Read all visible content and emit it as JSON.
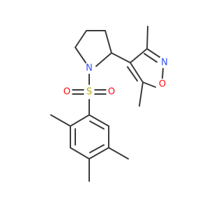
{
  "molecule": {
    "atoms": {
      "pyrrolidine_n": {
        "symbol": "N",
        "color": "#3050f8"
      },
      "sulfur": {
        "symbol": "S",
        "color": "#b8a800"
      },
      "sulfonyl_o_left": {
        "symbol": "O",
        "color": "#ff0d0d"
      },
      "sulfonyl_o_right": {
        "symbol": "O",
        "color": "#ff0d0d"
      },
      "isoxazole_n": {
        "symbol": "N",
        "color": "#3050f8"
      },
      "isoxazole_o": {
        "symbol": "O",
        "color": "#ff0d0d"
      }
    },
    "bond_color": "#3a3a3a"
  }
}
